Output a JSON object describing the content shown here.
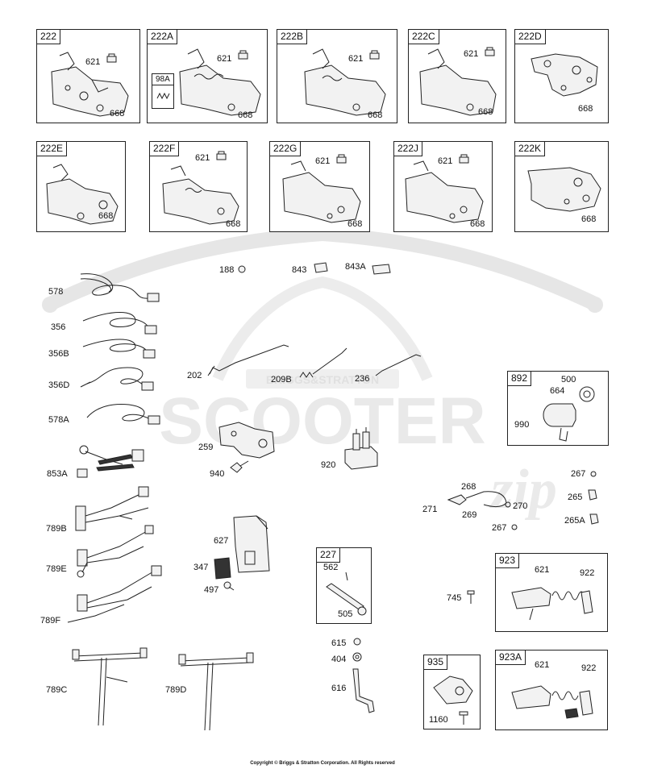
{
  "boxes": {
    "b222": {
      "title": "222",
      "c1": "621",
      "c2": "668"
    },
    "b222A": {
      "title": "222A",
      "c1": "621",
      "c2": "668",
      "inset": "98A"
    },
    "b222B": {
      "title": "222B",
      "c1": "621",
      "c2": "668"
    },
    "b222C": {
      "title": "222C",
      "c1": "621",
      "c2": "668"
    },
    "b222D": {
      "title": "222D",
      "c2": "668"
    },
    "b222E": {
      "title": "222E",
      "c2": "668"
    },
    "b222F": {
      "title": "222F",
      "c1": "621",
      "c2": "668"
    },
    "b222G": {
      "title": "222G",
      "c1": "621",
      "c2": "668"
    },
    "b222J": {
      "title": "222J",
      "c1": "621",
      "c2": "668"
    },
    "b222K": {
      "title": "222K",
      "c2": "668"
    },
    "b892": {
      "title": "892",
      "c1": "500",
      "c2": "664",
      "c3": "990"
    },
    "b227": {
      "title": "227",
      "c1": "562",
      "c2": "505"
    },
    "b923": {
      "title": "923",
      "c1": "621",
      "c2": "922"
    },
    "b935": {
      "title": "935",
      "c1": "1160"
    },
    "b923A": {
      "title": "923A",
      "c1": "621",
      "c2": "922"
    }
  },
  "parts": {
    "p578": "578",
    "p356": "356",
    "p356B": "356B",
    "p356D": "356D",
    "p578A": "578A",
    "p853A": "853A",
    "p789B": "789B",
    "p789E": "789E",
    "p789F": "789F",
    "p789C": "789C",
    "p789D": "789D",
    "p188": "188",
    "p843": "843",
    "p843A": "843A",
    "p202": "202",
    "p209B": "209B",
    "p236": "236",
    "p259": "259",
    "p940": "940",
    "p920": "920",
    "p627": "627",
    "p347": "347",
    "p497": "497",
    "p268": "268",
    "p271": "271",
    "p269": "269",
    "p270": "270",
    "p267a": "267",
    "p267b": "267",
    "p265": "265",
    "p265A": "265A",
    "p745": "745",
    "p615": "615",
    "p404": "404",
    "p616": "616"
  },
  "watermark": {
    "brand": "SCOOTER",
    "sub": "zip",
    "arc": "BRIGGS&STRATTON"
  },
  "copyright": "Copyright © Briggs & Stratton Corporation. All Rights reserved"
}
